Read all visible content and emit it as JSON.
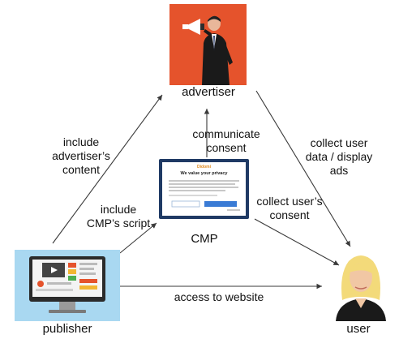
{
  "nodes": {
    "advertiser": "advertiser",
    "cmp": "CMP",
    "publisher": "publisher",
    "user": "user"
  },
  "edges": {
    "include_content_l1": "include",
    "include_content_l2": "advertiser’s",
    "include_content_l3": "content",
    "include_script_l1": "include",
    "include_script_l2": "CMP’s script",
    "communicate_l1": "communicate",
    "communicate_l2": "consent",
    "collect_consent_l1": "collect user’s",
    "collect_consent_l2": "consent",
    "collect_data_l1": "collect user",
    "collect_data_l2": "data / display",
    "collect_data_l3": "ads",
    "access": "access to website"
  },
  "cmp_dialog": {
    "brand": "Didomi",
    "heading": "We value your privacy"
  },
  "colors": {
    "advertiser_bg": "#e5532c",
    "publisher_bg": "#a9d8f1",
    "cmp_border": "#1f3a64",
    "arrow": "#3a3a3a"
  }
}
